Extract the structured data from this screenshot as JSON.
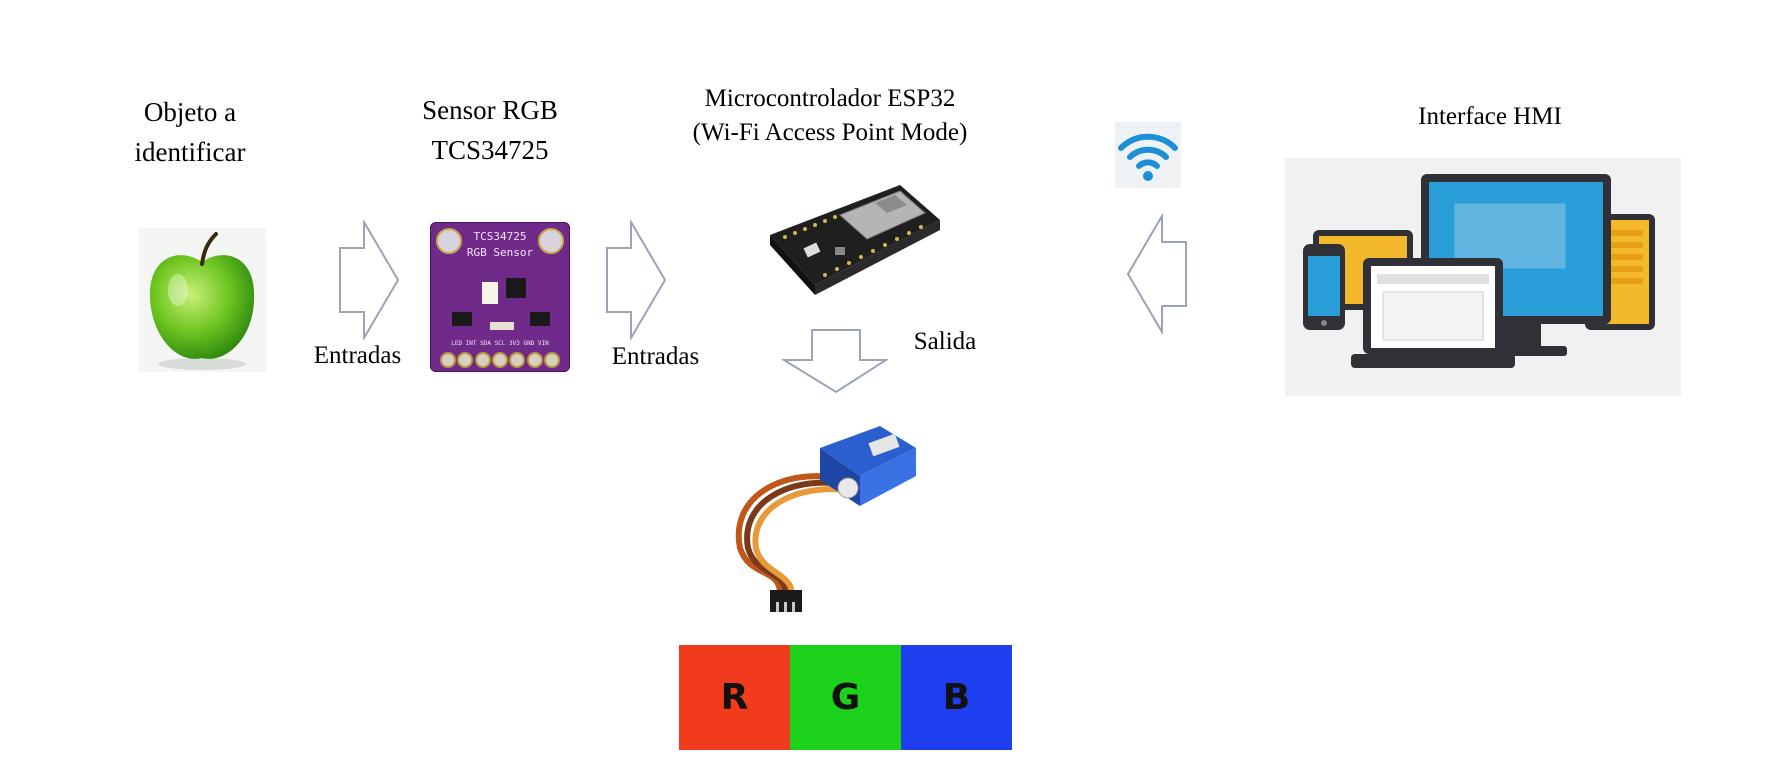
{
  "labels": {
    "object": "Objeto a\nidentificar",
    "sensor": "Sensor RGB\nTCS34725",
    "mcu": "Microcontrolador ESP32\n(Wi-Fi Access Point Mode)",
    "hmi": "Interface HMI",
    "input1": "Entradas",
    "input2": "Entradas",
    "output": "Salida"
  },
  "sensor_board": {
    "line1": "TCS34725",
    "line2": "RGB Sensor",
    "pins": "LED INT SDA SCL 3V3 GND VIN"
  },
  "rgb": {
    "r": "R",
    "g": "G",
    "b": "B",
    "colors": {
      "r": "#f23a1c",
      "g": "#1cd21a",
      "b": "#1e3ff0"
    }
  },
  "colors": {
    "arrow_stroke": "#9aa4b4",
    "board_purple": "#6f2a8a",
    "wifi_blue": "#1c8fd6"
  }
}
